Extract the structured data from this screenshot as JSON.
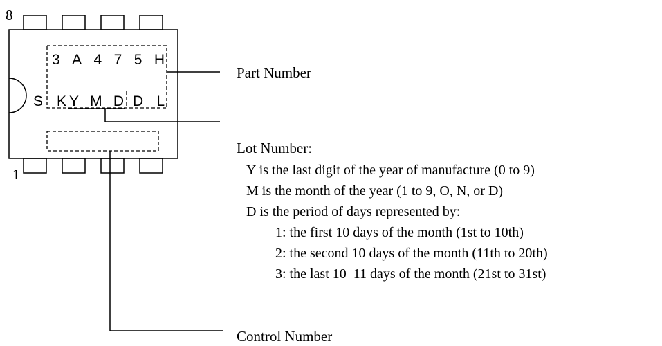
{
  "package": {
    "pin_top_label": "8",
    "pin_bottom_label": "1",
    "part_number_text": "3A475H",
    "lot_prefix": "SK",
    "lot_code": "YMD",
    "lot_suffix": "DL"
  },
  "callouts": {
    "part_number": "Part Number",
    "lot_number_title": "Lot Number:",
    "lot_lines": [
      "Y is the last digit of the year of manufacture (0 to 9)",
      "M is the month of the year (1 to 9, O, N, or D)",
      "D is the period of days represented by:",
      "1: the first 10 days of the month (1st to 10th)",
      "2: the second 10 days of the month (11th to 20th)",
      "3: the last 10–11 days of the month (21st to 31st)"
    ],
    "control_number": "Control Number"
  }
}
